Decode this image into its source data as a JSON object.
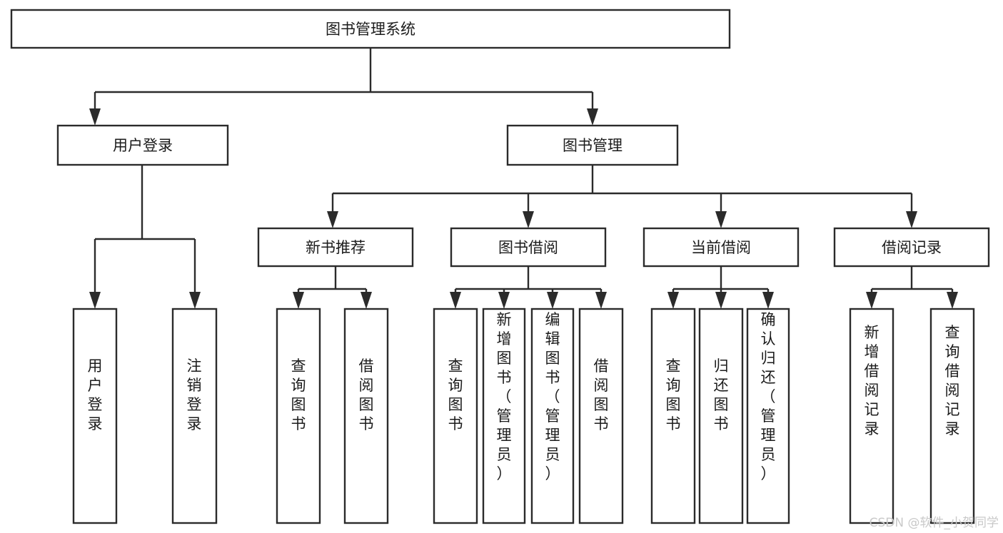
{
  "diagram": {
    "type": "tree",
    "title": "图书管理系统",
    "orientation": "top-down",
    "watermark": "CSDN @软件_小贺同学",
    "colors": {
      "box_fill": "#ffffff",
      "box_stroke": "#2b2b2b",
      "text": "#1b1b1b",
      "background": "#ffffff",
      "watermark": "#c9c9c9"
    },
    "nodes": {
      "root": {
        "label": "图书管理系统",
        "level": 0,
        "orientation": "horizontal"
      },
      "l1_user_login": {
        "label": "用户登录",
        "level": 1,
        "orientation": "horizontal"
      },
      "l1_book_manage": {
        "label": "图书管理",
        "level": 1,
        "orientation": "horizontal"
      },
      "l2_new_book_rec": {
        "label": "新书推荐",
        "level": 2,
        "orientation": "horizontal"
      },
      "l2_book_borrow": {
        "label": "图书借阅",
        "level": 2,
        "orientation": "horizontal"
      },
      "l2_current_borrow": {
        "label": "当前借阅",
        "level": 2,
        "orientation": "horizontal"
      },
      "l2_borrow_record": {
        "label": "借阅记录",
        "level": 2,
        "orientation": "horizontal"
      },
      "leaf_user_login": {
        "label": "用户登录",
        "level": 3,
        "orientation": "vertical",
        "parent": "用户登录"
      },
      "leaf_logout": {
        "label": "注销登录",
        "level": 3,
        "orientation": "vertical",
        "parent": "用户登录"
      },
      "leaf_query_book_1": {
        "label": "查询图书",
        "level": 3,
        "orientation": "vertical",
        "parent": "新书推荐"
      },
      "leaf_borrow_book_1": {
        "label": "借阅图书",
        "level": 3,
        "orientation": "vertical",
        "parent": "新书推荐"
      },
      "leaf_query_book_2": {
        "label": "查询图书",
        "level": 3,
        "orientation": "vertical",
        "parent": "图书借阅"
      },
      "leaf_add_book": {
        "label": "新增图书（管理员）",
        "level": 3,
        "orientation": "vertical",
        "parent": "图书借阅"
      },
      "leaf_edit_book": {
        "label": "编辑图书（管理员）",
        "level": 3,
        "orientation": "vertical",
        "parent": "图书借阅"
      },
      "leaf_borrow_book_2": {
        "label": "借阅图书",
        "level": 3,
        "orientation": "vertical",
        "parent": "图书借阅"
      },
      "leaf_query_book_3": {
        "label": "查询图书",
        "level": 3,
        "orientation": "vertical",
        "parent": "当前借阅"
      },
      "leaf_return_book": {
        "label": "归还图书",
        "level": 3,
        "orientation": "vertical",
        "parent": "当前借阅"
      },
      "leaf_confirm_return": {
        "label": "确认归还（管理员）",
        "level": 3,
        "orientation": "vertical",
        "parent": "当前借阅"
      },
      "leaf_add_record": {
        "label": "新增借阅记录",
        "level": 3,
        "orientation": "vertical",
        "parent": "借阅记录"
      },
      "leaf_query_record": {
        "label": "查询借阅记录",
        "level": 3,
        "orientation": "vertical",
        "parent": "借阅记录"
      }
    },
    "edges": [
      {
        "from": "图书管理系统",
        "to": "用户登录"
      },
      {
        "from": "图书管理系统",
        "to": "图书管理"
      },
      {
        "from": "用户登录",
        "to": "用户登录"
      },
      {
        "from": "用户登录",
        "to": "注销登录"
      },
      {
        "from": "图书管理",
        "to": "新书推荐"
      },
      {
        "from": "图书管理",
        "to": "图书借阅"
      },
      {
        "from": "图书管理",
        "to": "当前借阅"
      },
      {
        "from": "图书管理",
        "to": "借阅记录"
      },
      {
        "from": "新书推荐",
        "to": "查询图书"
      },
      {
        "from": "新书推荐",
        "to": "借阅图书"
      },
      {
        "from": "图书借阅",
        "to": "查询图书"
      },
      {
        "from": "图书借阅",
        "to": "新增图书（管理员）"
      },
      {
        "from": "图书借阅",
        "to": "编辑图书（管理员）"
      },
      {
        "from": "图书借阅",
        "to": "借阅图书"
      },
      {
        "from": "当前借阅",
        "to": "查询图书"
      },
      {
        "from": "当前借阅",
        "to": "归还图书"
      },
      {
        "from": "当前借阅",
        "to": "确认归还（管理员）"
      },
      {
        "from": "借阅记录",
        "to": "新增借阅记录"
      },
      {
        "from": "借阅记录",
        "to": "查询借阅记录"
      }
    ]
  }
}
